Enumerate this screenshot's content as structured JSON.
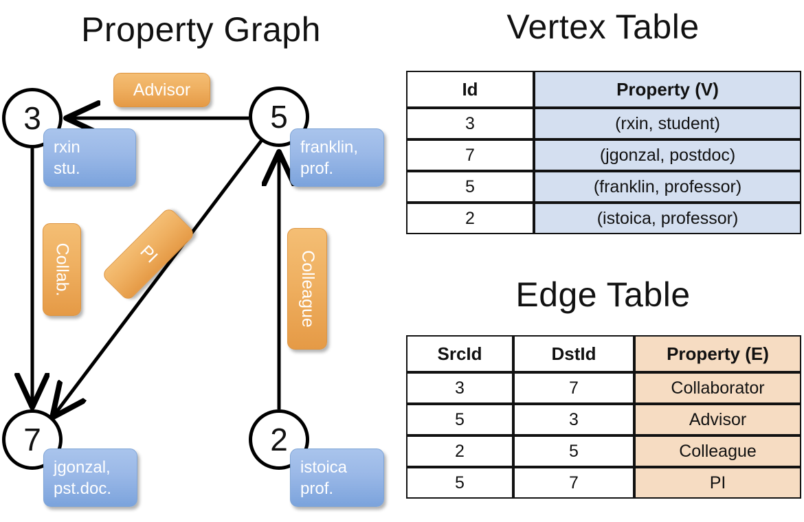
{
  "titles": {
    "property_graph": "Property Graph",
    "vertex_table": "Vertex Table",
    "edge_table": "Edge Table"
  },
  "graph": {
    "vertices": [
      {
        "id": "3",
        "property_line1": "rxin",
        "property_line2": "stu."
      },
      {
        "id": "5",
        "property_line1": "franklin,",
        "property_line2": "prof."
      },
      {
        "id": "7",
        "property_line1": "jgonzal,",
        "property_line2": "pst.doc."
      },
      {
        "id": "2",
        "property_line1": "istoica",
        "property_line2": "prof."
      }
    ],
    "edge_labels": [
      {
        "name": "advisor",
        "text": "Advisor"
      },
      {
        "name": "collab",
        "text": "Collab."
      },
      {
        "name": "pi",
        "text": "PI"
      },
      {
        "name": "colleague",
        "text": "Colleague"
      }
    ],
    "edges": [
      {
        "src": "5",
        "dst": "3",
        "label": "Advisor"
      },
      {
        "src": "3",
        "dst": "7",
        "label": "Collab."
      },
      {
        "src": "5",
        "dst": "7",
        "label": "PI"
      },
      {
        "src": "2",
        "dst": "5",
        "label": "Colleague"
      }
    ]
  },
  "vertex_table": {
    "headers": [
      "Id",
      "Property (V)"
    ],
    "rows": [
      {
        "id": "3",
        "property": "(rxin, student)"
      },
      {
        "id": "7",
        "property": "(jgonzal, postdoc)"
      },
      {
        "id": "5",
        "property": "(franklin, professor)"
      },
      {
        "id": "2",
        "property": "(istoica, professor)"
      }
    ]
  },
  "edge_table": {
    "headers": [
      "SrcId",
      "DstId",
      "Property (E)"
    ],
    "rows": [
      {
        "src": "3",
        "dst": "7",
        "property": "Collaborator"
      },
      {
        "src": "5",
        "dst": "3",
        "property": "Advisor"
      },
      {
        "src": "2",
        "dst": "5",
        "property": "Colleague"
      },
      {
        "src": "5",
        "dst": "7",
        "property": "PI"
      }
    ]
  },
  "colors": {
    "vertex_box_fill": "#8fb2e3",
    "edge_label_fill": "#efb061",
    "vertex_table_cell": "#d4dff0",
    "edge_table_cell": "#f6dcc2",
    "stroke": "#000000",
    "background": "#ffffff"
  }
}
